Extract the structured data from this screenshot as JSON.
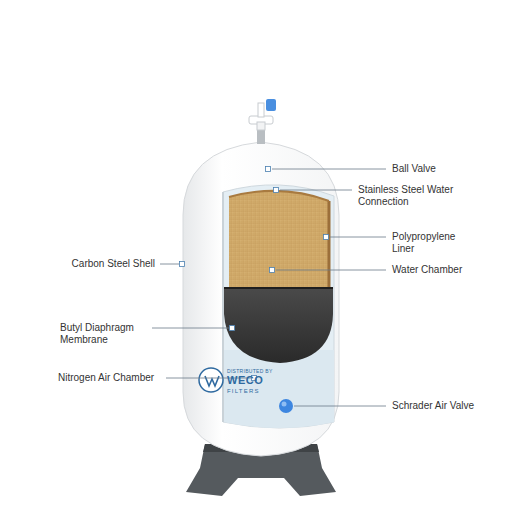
{
  "diagram": {
    "labels": [
      "Ball Valve",
      "Stainless Steel Water Connection",
      "Polypropylene Liner",
      "Water Chamber",
      "Carbon Steel Shell",
      "Butyl Diaphragm Membrane",
      "Nitrogen Air Chamber",
      "Schrader Air Valve",
      "DISTRIBUTED BY",
      "WECO",
      "FILTERS"
    ]
  }
}
